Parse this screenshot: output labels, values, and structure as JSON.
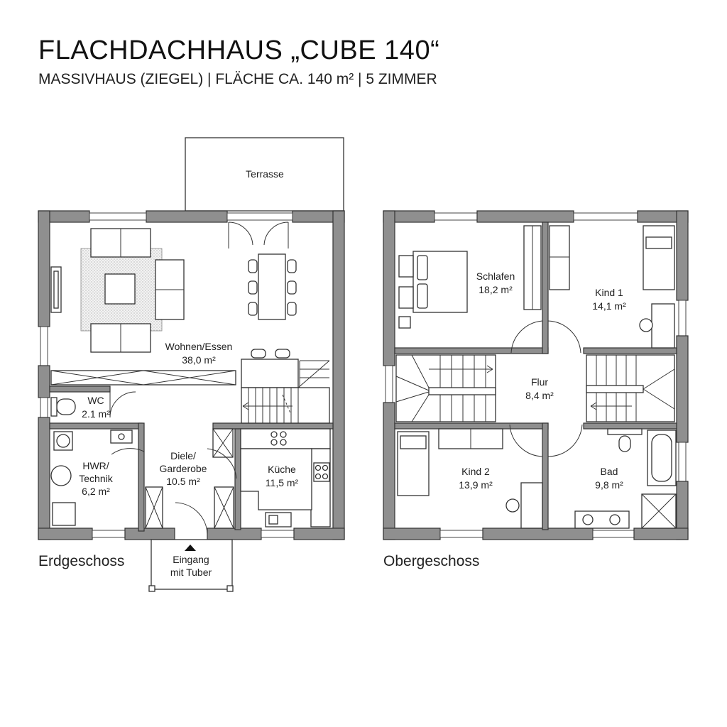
{
  "header": {
    "title": "FLACHDACHHAUS „CUBE 140“",
    "subtitle": "MASSIVHAUS (ZIEGEL) | FLÄCHE CA. 140 m² | 5 ZIMMER"
  },
  "ground_floor": {
    "label": "Erdgeschoss",
    "terrace": "Terrasse",
    "living": {
      "name": "Wohnen/Essen",
      "area": "38,0 m²"
    },
    "wc": {
      "name": "WC",
      "area": "2.1 m²"
    },
    "hwr": {
      "name1": "HWR/",
      "name2": "Technik",
      "area": "6,2 m²"
    },
    "hall": {
      "name1": "Diele/",
      "name2": "Garderobe",
      "area": "10.5 m²"
    },
    "kitchen": {
      "name": "Küche",
      "area": "11,5 m²"
    },
    "entrance": {
      "line1": "Eingang",
      "line2": "mit Tuber"
    }
  },
  "upper_floor": {
    "label": "Obergeschoss",
    "bedroom": {
      "name": "Schlafen",
      "area": "18,2 m²"
    },
    "kid1": {
      "name": "Kind 1",
      "area": "14,1 m²"
    },
    "hallway": {
      "name": "Flur",
      "area": "8,4 m²"
    },
    "kid2": {
      "name": "Kind 2",
      "area": "13,9 m²"
    },
    "bath": {
      "name": "Bad",
      "area": "9,8 m²"
    }
  }
}
